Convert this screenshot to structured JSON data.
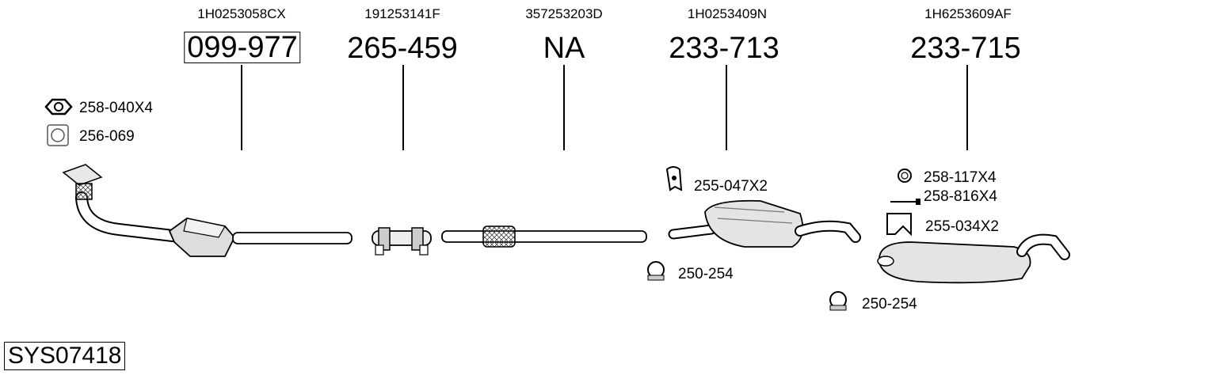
{
  "oem_numbers": [
    "1H0253058CX",
    "191253141F",
    "357253203D",
    "1H0253409N",
    "1H6253609AF"
  ],
  "part_numbers": [
    "099-977",
    "265-459",
    "NA",
    "233-713",
    "233-715"
  ],
  "accessories": {
    "nut_set": "258-040X4",
    "gasket": "256-069",
    "hanger_mid": "255-047X2",
    "clamp_mid": "250-254",
    "ring_rear": "258-117X4",
    "bolt_rear": "258-816X4",
    "hanger_rear": "255-034X2",
    "clamp_rear": "250-254"
  },
  "system_code": "SYS07418"
}
